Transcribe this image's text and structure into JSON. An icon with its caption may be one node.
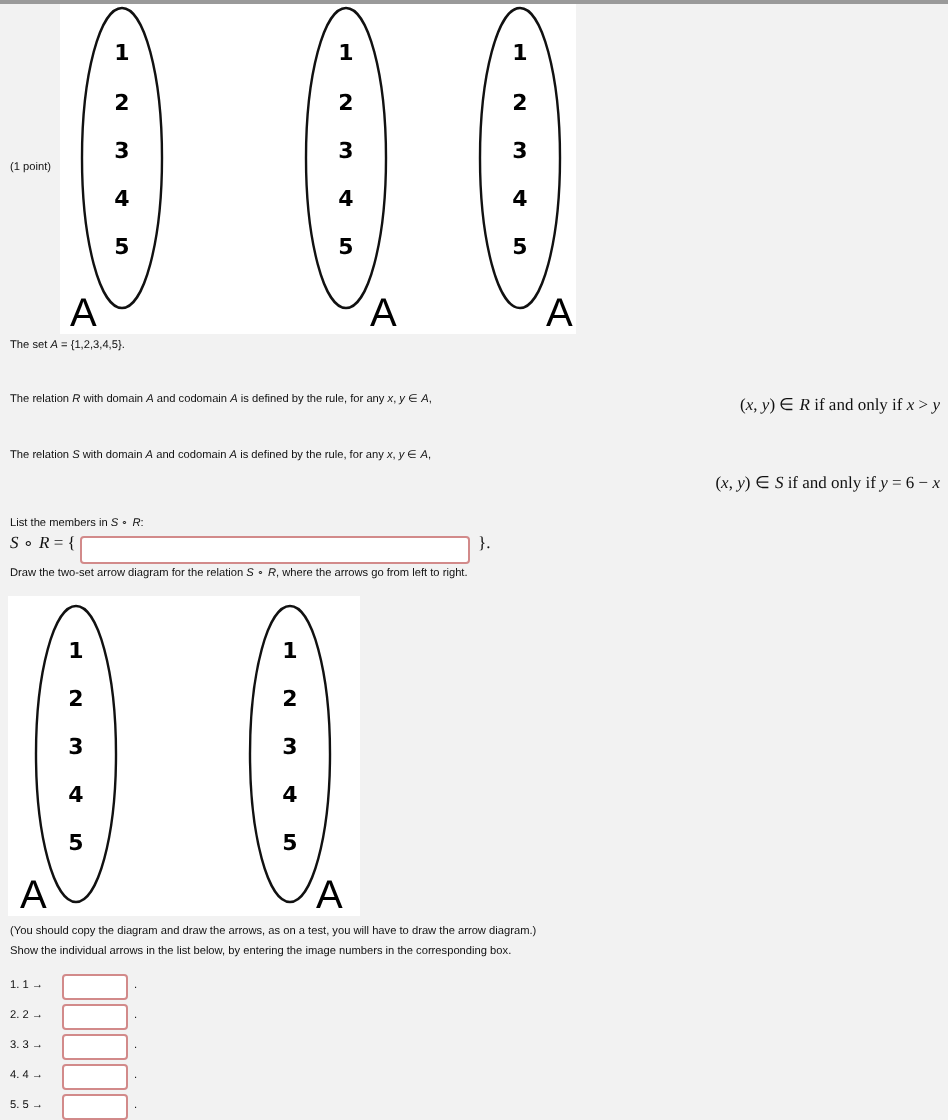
{
  "diagram": {
    "nodes": [
      {
        "text": [
          "1",
          "2",
          "3",
          "4",
          "5"
        ],
        "beside": [
          "A"
        ]
      },
      {
        "text": [
          "1",
          "2",
          "3",
          "4",
          "5"
        ],
        "beside": [
          "A"
        ]
      },
      {
        "text": [
          "1",
          "2",
          "3",
          "4",
          "5"
        ],
        "beside": [
          "A"
        ]
      },
      {
        "text": [
          "1",
          "2",
          "3",
          "4",
          "5"
        ],
        "beside": [
          "A"
        ]
      },
      {
        "text": [
          "1",
          "2",
          "3",
          "4",
          "5"
        ],
        "beside": [
          "A"
        ]
      }
    ],
    "labels": [
      "(1 point)",
      "The set *A* = {1,2,3,4,5}.",
      "The relation *R* with domain *A* and codomain *A* is defined by the rule, for any *x*, *y* ∈ *A*,",
      "(*x*, *y*) ∈ *R* if and only if *x* > *y*",
      "The relation *S* with domain *A* and codomain *A* is defined by the rule, for any *x*, *y* ∈ *A*,",
      "(*x*, *y*) ∈ *S* if and only if *y* = 6 − *x*",
      "List the members in *S* ∘ *R*:",
      "*S* ∘ *R* = {",
      "}.",
      "Draw the two-set arrow diagram for the relation *S* ∘ *R*, where the arrows go from left to right.",
      "(You should copy the diagram and draw the arrows, as on a test, you will have to draw the arrow diagram.)",
      "Show the individual arrows in the list below, by entering the image numbers in the corresponding box.",
      "1. 1 →",
      ".",
      "2. 2 →",
      ".",
      "3. 3 →",
      ".",
      "4. 4 →",
      ".",
      "5. 5 →",
      "."
    ]
  }
}
